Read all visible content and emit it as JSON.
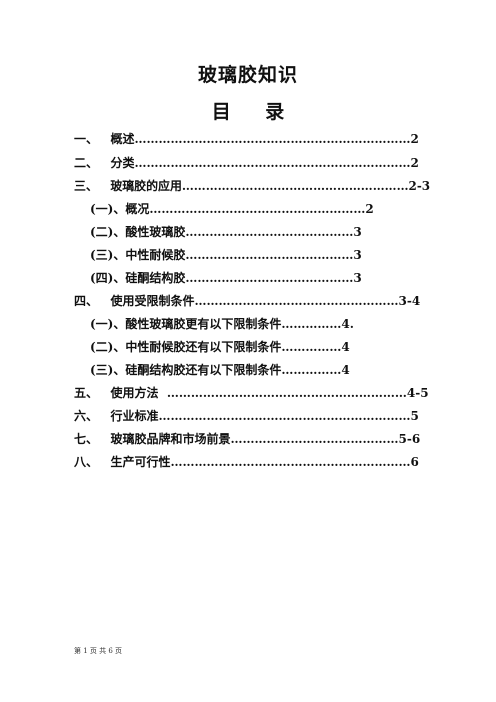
{
  "document": {
    "title": "玻璃胶知识",
    "toc_heading": "目 录"
  },
  "toc": {
    "entries": [
      "一、   概述……………………………………………………………2",
      "二、   分类……………………………………………………………2",
      "三、   玻璃胶的应用…………………………………………………2-3",
      "(一)、概况………………………………………………2",
      "(二)、酸性玻璃胶……………………………………3",
      "(三)、中性耐候胶……………………………………3",
      "(四)、硅酮结构胶……………………………………3",
      "四、   使用受限制条件……………………………………………3-4",
      "(一)、酸性玻璃胶更有以下限制条件……………4.",
      "(二)、中性耐候胶还有以下限制条件……………4",
      "(三)、硅酮结构胶还有以下限制条件……………4",
      "五、   使用方法  ……………………………………………………4-5",
      "六、   行业标准………………………………………………………5",
      "七、   玻璃胶品牌和市场前景……………………………………5-6",
      "八、   生产可行性……………………………………………………6"
    ]
  },
  "footer": {
    "page_info": "第 1 页 共 6 页"
  }
}
